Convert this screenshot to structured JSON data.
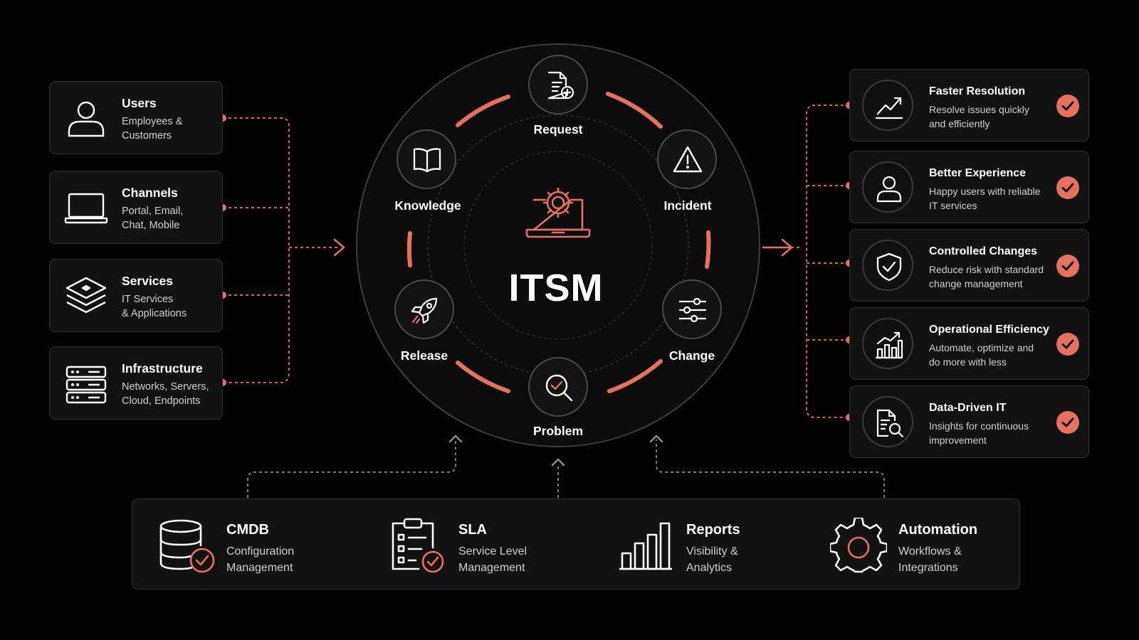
{
  "center": {
    "title": "ITSM",
    "icon": "laptop-gear-icon"
  },
  "cycle_nodes": [
    {
      "label": "Request",
      "icon": "document-plus-icon"
    },
    {
      "label": "Incident",
      "icon": "warning-triangle-icon"
    },
    {
      "label": "Change",
      "icon": "sliders-icon"
    },
    {
      "label": "Problem",
      "icon": "magnifier-check-icon"
    },
    {
      "label": "Release",
      "icon": "rocket-icon"
    },
    {
      "label": "Knowledge",
      "icon": "open-book-icon"
    }
  ],
  "inputs": [
    {
      "title": "Users",
      "desc": "Employees &\nCustomers",
      "icon": "user-icon"
    },
    {
      "title": "Channels",
      "desc": "Portal, Email,\nChat, Mobile",
      "icon": "laptop-icon"
    },
    {
      "title": "Services",
      "desc": "IT Services\n& Applications",
      "icon": "layers-icon"
    },
    {
      "title": "Infrastructure",
      "desc": "Networks, Servers,\nCloud, Endpoints",
      "icon": "server-rack-icon"
    }
  ],
  "outcomes": [
    {
      "title": "Faster Resolution",
      "desc": "Resolve issues quickly\nand efficiently",
      "icon": "trend-up-icon"
    },
    {
      "title": "Better Experience",
      "desc": "Happy users with reliable\nIT services",
      "icon": "user-icon"
    },
    {
      "title": "Controlled Changes",
      "desc": "Reduce risk with standard\nchange management",
      "icon": "shield-check-icon"
    },
    {
      "title": "Operational Efficiency",
      "desc": "Automate, optimize and\ndo more with less",
      "icon": "bar-growth-icon"
    },
    {
      "title": "Data-Driven IT",
      "desc": "Insights for continuous\nimprovement",
      "icon": "document-search-icon"
    }
  ],
  "foundations": [
    {
      "title": "CMDB",
      "desc": "Configuration\nManagement",
      "icon": "database-check-icon"
    },
    {
      "title": "SLA",
      "desc": "Service Level\nManagement",
      "icon": "clipboard-check-icon"
    },
    {
      "title": "Reports",
      "desc": "Visibility &\nAnalytics",
      "icon": "bar-chart-icon"
    },
    {
      "title": "Automation",
      "desc": "Workflows &\nIntegrations",
      "icon": "gear-icon"
    }
  ],
  "colors": {
    "accent": "#e8705e",
    "card_bg": "#121212",
    "card_border": "#2f2f2f",
    "background": "#020202"
  }
}
